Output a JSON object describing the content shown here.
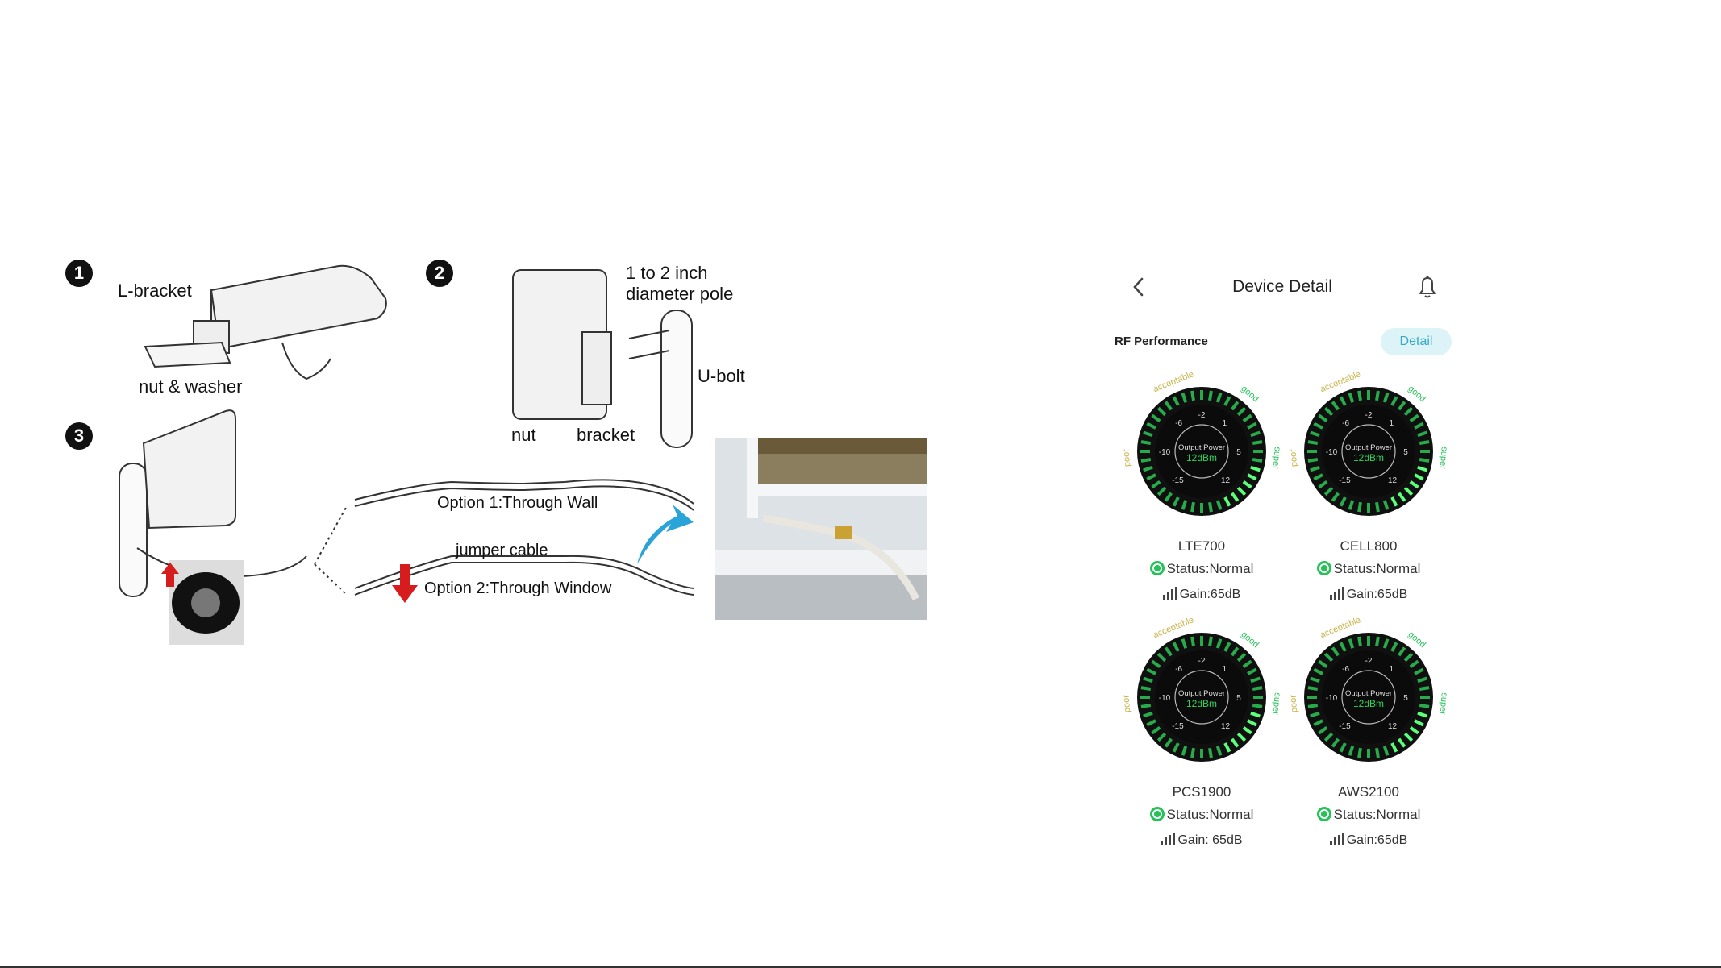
{
  "guide": {
    "steps": [
      "1",
      "2",
      "3"
    ],
    "labels": {
      "l_bracket": "L-bracket",
      "nut_washer": "nut & washer",
      "pole": "1 to 2 inch",
      "pole2": "diameter pole",
      "u_bolt": "U-bolt",
      "nut": "nut",
      "bracket": "bracket",
      "option1": "Option 1:Through Wall",
      "jumper": "jumper cable",
      "option2": "Option 2:Through Window"
    }
  },
  "app": {
    "title": "Device Detail",
    "section": "RF Performance",
    "detail_button": "Detail",
    "icons": {
      "back": "chevron-left-icon",
      "notify": "bell-icon"
    },
    "gauge_common": {
      "center_label": "Output Power",
      "center_value": "12dBm",
      "ticks": [
        "-2",
        "1",
        "5",
        "12",
        "-15",
        "-10",
        "-6"
      ],
      "zones": [
        "poor",
        "acceptable",
        "good",
        "super"
      ]
    },
    "bands": [
      {
        "name": "LTE700",
        "status": "Status:Normal",
        "gain": "Gain:65dB"
      },
      {
        "name": "CELL800",
        "status": "Status:Normal",
        "gain": "Gain:65dB"
      },
      {
        "name": "PCS1900",
        "status": "Status:Normal",
        "gain": "Gain: 65dB"
      },
      {
        "name": "AWS2100",
        "status": "Status:Normal",
        "gain": "Gain:65dB"
      }
    ],
    "colors": {
      "accent": "#3aa7c5",
      "gauge_green": "#2fd35a",
      "zone_text": "#c9b34a",
      "good": "#27c15a"
    }
  }
}
